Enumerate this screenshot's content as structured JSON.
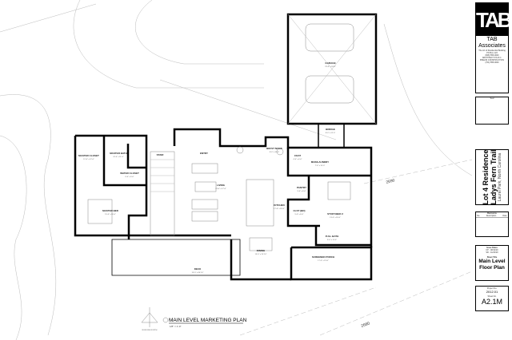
{
  "plan": {
    "title": "MAIN LEVEL MARKETING PLAN",
    "scale": "1/8\" = 1'-0\"",
    "north_label": "BUILDING NORTH",
    "contours": [
      "2690",
      "2680"
    ],
    "rooms": [
      {
        "name": "GARAGE",
        "dim": "23'-0\" x 24'-0\""
      },
      {
        "name": "BRIDGE",
        "dim": "8'-0\" x 12'-0\""
      },
      {
        "name": "MASTER CLOSET",
        "dim": "12'-0\" x 12'-0\""
      },
      {
        "name": "MASTER BATH",
        "dim": "12'-0\" x 11'-0\""
      },
      {
        "name": "WATER CLOSET",
        "dim": "6'-0\" x 5'-0\""
      },
      {
        "name": "STAIR",
        "dim": ""
      },
      {
        "name": "ENTRY",
        "dim": ""
      },
      {
        "name": "BKFST NOOK",
        "dim": "9'-0\" x 10'-0\""
      },
      {
        "name": "COAT",
        "dim": "4'-0\" x 4'-0\""
      },
      {
        "name": "MUD/LAUNDRY",
        "dim": "7'-6\" x 15'-0\""
      },
      {
        "name": "LIVING",
        "dim": "23'-0\" x 17'-0\""
      },
      {
        "name": "PANTRY",
        "dim": "5'-0\" x 6'-0\""
      },
      {
        "name": "KITCHEN",
        "dim": "17'-6\" x 16'-0\""
      },
      {
        "name": "CLST (BD)",
        "dim": "5'-0\" x 6'-0\""
      },
      {
        "name": "STUDY/BED 2",
        "dim": "13'-0\" x 16'-0\""
      },
      {
        "name": "MASTER BED",
        "dim": "15'-0\" x 16'-0\""
      },
      {
        "name": "FULL BATH",
        "dim": "9'-0\" x 11'-0\""
      },
      {
        "name": "DINING",
        "dim": "15'-0\" x 15'-10\""
      },
      {
        "name": "SCREENED PORCH",
        "dim": "17'-0\" x 13'-0\""
      },
      {
        "name": "DECK",
        "dim": "15'-0\" x 34'-10\""
      }
    ]
  },
  "title_block": {
    "logo": "TAB",
    "firm": "TAB Associates",
    "firm_details": [
      "The Art of Residential Building",
      "PO Box 123",
      "(828) 555-0000",
      "ARCHITECT P.A.R.C.",
      "PRELIM CONSTRUCTION",
      "(704) 555-0000"
    ],
    "seal_label": "Seal",
    "project_name_1": "Lot 4 Residence",
    "project_name_2": "Ladys Fern Trail",
    "location": "Laurel Park, North Carolina",
    "revisions_header": "Revisions",
    "revisions_columns": [
      "No.",
      "Description",
      "Date"
    ],
    "issue_header": "Issue Dates",
    "issue_lines": [
      "CP - 08/12/20",
      "SD - 11/24/20"
    ],
    "sheet_title_label": "Sheet Title",
    "sheet_title": "Main Level Floor Plan",
    "project_no_label": "Project No.",
    "project_no": "2012.01",
    "sheet_no_label": "Sheet No.",
    "sheet_no": "A2.1M"
  }
}
